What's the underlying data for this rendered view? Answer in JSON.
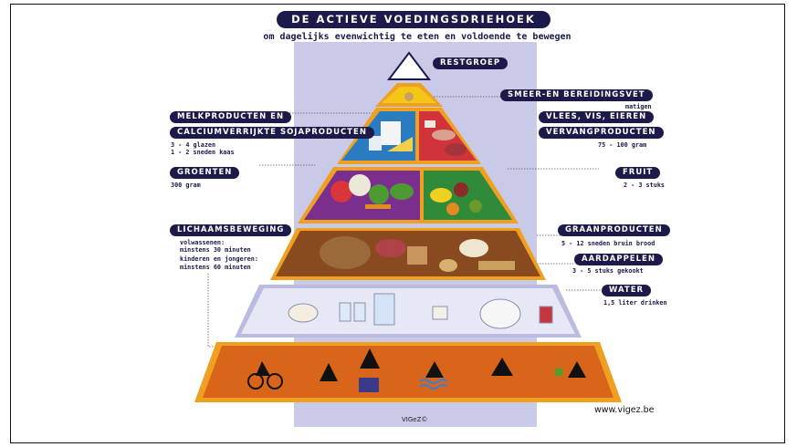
{
  "title": "DE ACTIEVE VOEDINGSDRIEHOEK",
  "subtitle": "om dagelijks evenwichtig te eten en voldoende te bewegen",
  "labels": {
    "restgroep": "RESTGROEP",
    "smeer": "SMEER-EN BEREIDINGSVET",
    "smeer_sub": "matigen",
    "melk_1": "MELKPRODUCTEN EN",
    "melk_2": "CALCIUMVERRIJKTE SOJAPRODUCTEN",
    "melk_sub_1": "3 - 4 glazen",
    "melk_sub_2": "1 - 2 sneden kaas",
    "vlees_1": "VLEES, VIS, EIEREN",
    "vlees_2": "VERVANGPRODUCTEN",
    "vlees_sub": "75 - 100 gram",
    "groenten": "GROENTEN",
    "groenten_sub": "300 gram",
    "fruit": "FRUIT",
    "fruit_sub": "2 - 3 stuks",
    "beweging": "LICHAAMSBEWEGING",
    "beweging_sub_1": "volwassenen:",
    "beweging_sub_2": "minstens 30 minuten",
    "beweging_sub_3": "kinderen en jongeren:",
    "beweging_sub_4": "minstens 60 minuten",
    "graan": "GRAANPRODUCTEN",
    "graan_sub": "5 - 12 sneden bruin brood",
    "aardappelen": "AARDAPPELEN",
    "aardappelen_sub": "3 - 5 stuks gekookt",
    "water": "WATER",
    "water_sub": "1,5 liter drinken"
  },
  "credit": "VIGeZ©",
  "url": "www.vigez.be",
  "colors": {
    "navy": "#1b1a4a",
    "column": "#c9c9e8",
    "border_orange": "#f0a020",
    "top_layer": "#f5c518",
    "dairy": "#2a7bc0",
    "meat": "#d0343a",
    "veg": "#7a2f8f",
    "fruit": "#2f8a3a",
    "grain": "#8a4a20",
    "water": "#d6d9ee",
    "movement": "#d8651a"
  }
}
